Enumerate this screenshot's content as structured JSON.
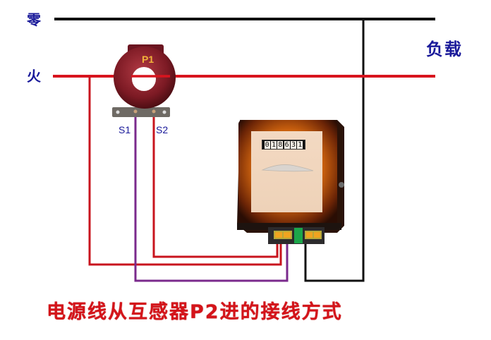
{
  "labels": {
    "neutral": "零",
    "live": "火",
    "load": "负载"
  },
  "current_transformer": {
    "primary_terminal": "P1",
    "secondary_terminal_1": "S1",
    "secondary_terminal_2": "S2"
  },
  "meter": {
    "reading_digits": [
      "0",
      "1",
      "8",
      "6",
      "3",
      "1"
    ],
    "reading": "018631"
  },
  "caption": "电源线从互感器P2进的接线方式",
  "colors": {
    "neutral_wire": "#111111",
    "live_wire": "#d8141e",
    "secondary_s1_wire": "#7a2a8c",
    "label_blue": "#1a1a9a",
    "caption_red": "#d4141a",
    "ct_body": "#8a1f2a",
    "meter_body": "#b5530f"
  }
}
